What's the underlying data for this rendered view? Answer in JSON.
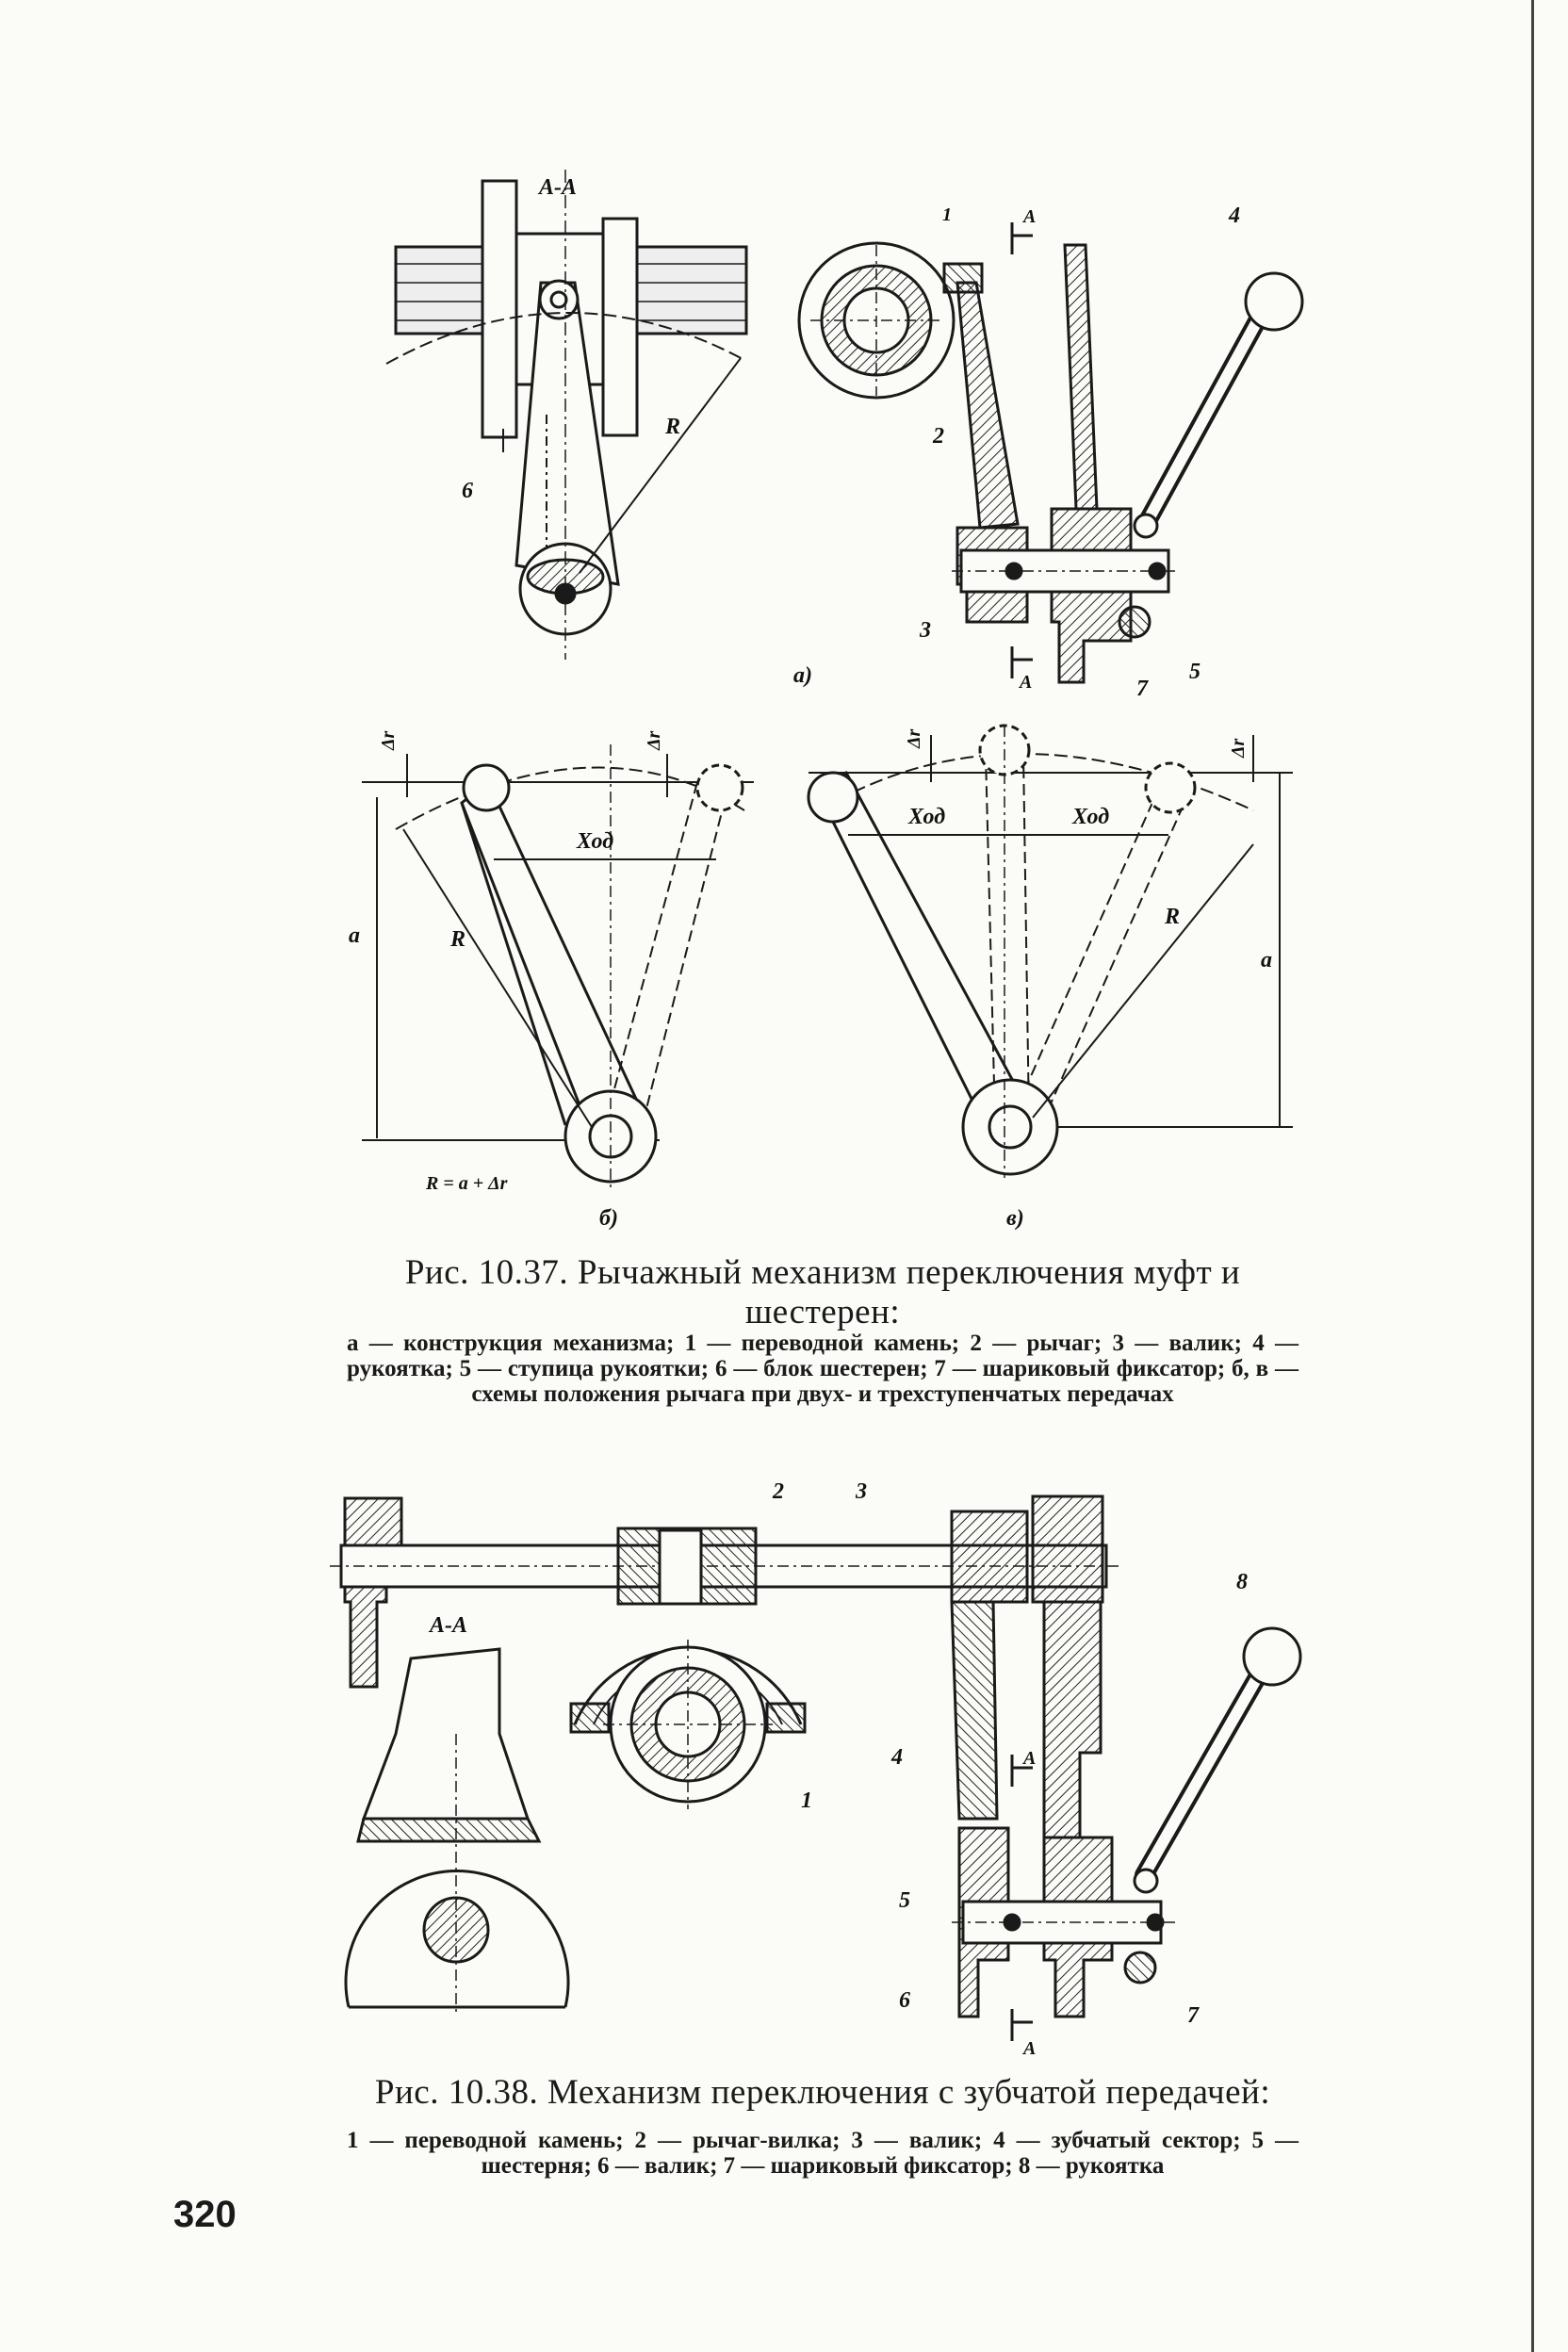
{
  "page_number": "320",
  "fig_37": {
    "caption_title": "Рис. 10.37. Рычажный механизм переключения муфт и шестерен:",
    "caption_body": "а — конструкция механизма; 1 — переводной камень; 2 — рычаг; 3 — валик; 4 — рукоятка; 5 — ступица рукоятки; 6 — блок шестерен; 7 — шариковый фиксатор; б, в — схемы положения рычага при двух- и трехступенчатых передачах",
    "labels": {
      "section": "А-А",
      "sub_a": "а)",
      "sub_b": "б)",
      "sub_c": "в)",
      "arrow_a": "А",
      "n1": "1",
      "n2": "2",
      "n3": "3",
      "n4": "4",
      "n5": "5",
      "n6": "6",
      "n7": "7",
      "R": "R",
      "a": "a",
      "dr": "Δr",
      "hod": "Ход",
      "formula": "R = a + Δr"
    }
  },
  "fig_38": {
    "caption_title": "Рис. 10.38. Механизм переключения с зубчатой передачей:",
    "caption_body": "1 — переводной камень; 2 — рычаг-вилка; 3 — валик; 4 — зубчатый сектор; 5 — шестерня; 6 — валик; 7 — шариковый фиксатор; 8 — рукоятка",
    "labels": {
      "section": "А-А",
      "arrow_a": "А",
      "n1": "1",
      "n2": "2",
      "n3": "3",
      "n4": "4",
      "n5": "5",
      "n6": "6",
      "n7": "7",
      "n8": "8"
    }
  }
}
